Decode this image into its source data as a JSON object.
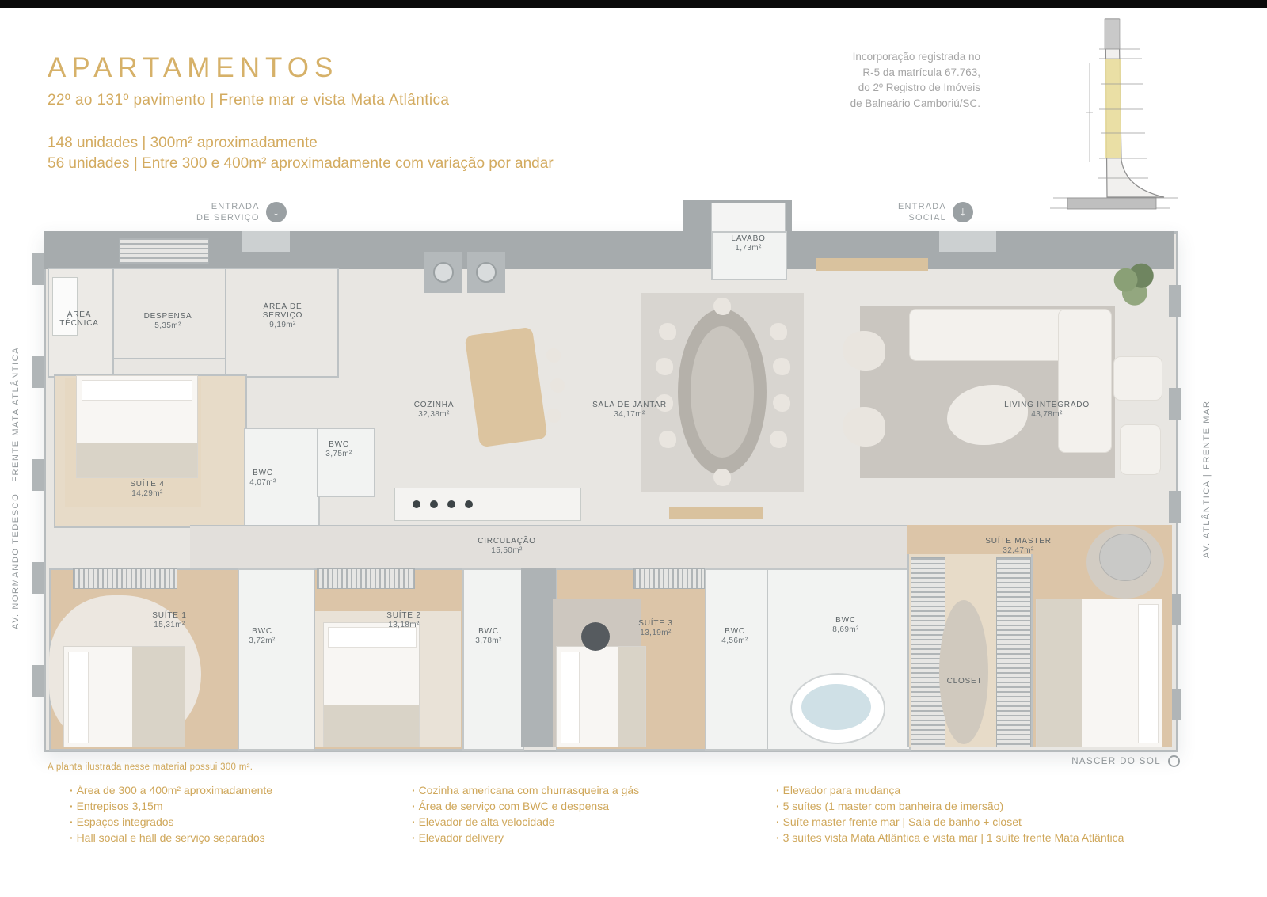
{
  "colors": {
    "gold": "#d3ab60",
    "text_gray": "#a5a5a5",
    "label_gray": "#5d6467",
    "terrace_gray": "#a6abad",
    "wood_floor": "#dcc5a8",
    "tower_highlight": "#e9dd9c"
  },
  "header": {
    "title": "APARTAMENTOS",
    "subtitle": "22º ao 131º pavimento | Frente mar e vista Mata Atlântica",
    "units_line1": "148 unidades | 300m² aproximadamente",
    "units_line2": "56 unidades | Entre 300 e 400m² aproximadamente com variação por andar"
  },
  "registration": {
    "lines": [
      "Incorporação registrada no",
      "R-5 da matrícula 67.763,",
      "do 2º Registro de Imóveis",
      "de Balneário Camboriú/SC."
    ]
  },
  "entrances": {
    "service": {
      "line1": "ENTRADA",
      "line2": "DE SERVIÇO"
    },
    "social": {
      "line1": "ENTRADA",
      "line2": "SOCIAL"
    }
  },
  "plan": {
    "streets": {
      "left": "AV. NORMANDO TEDESCO | FRENTE MATA ATLÂNTICA",
      "right": "AV. ATLÂNTICA | FRENTE MAR"
    },
    "rooms": [
      {
        "id": "lavabo",
        "name": "LAVABO",
        "area": "1,73m²"
      },
      {
        "id": "area-tecnica",
        "name": "ÁREA TÉCNICA",
        "area": ""
      },
      {
        "id": "despensa",
        "name": "DESPENSA",
        "area": "5,35m²"
      },
      {
        "id": "area-servico",
        "name": "ÁREA DE SERVIÇO",
        "area": "9,19m²"
      },
      {
        "id": "cozinha",
        "name": "COZINHA",
        "area": "32,38m²"
      },
      {
        "id": "sala-jantar",
        "name": "SALA DE JANTAR",
        "area": "34,17m²"
      },
      {
        "id": "living",
        "name": "LIVING INTEGRADO",
        "area": "43,78m²"
      },
      {
        "id": "bwc-375",
        "name": "BWC",
        "area": "3,75m²"
      },
      {
        "id": "bwc-407",
        "name": "BWC",
        "area": "4,07m²"
      },
      {
        "id": "suite-4",
        "name": "SUÍTE 4",
        "area": "14,29m²"
      },
      {
        "id": "circulacao",
        "name": "CIRCULAÇÃO",
        "area": "15,50m²"
      },
      {
        "id": "suite-master",
        "name": "SUÍTE MASTER",
        "area": "32,47m²"
      },
      {
        "id": "suite-1",
        "name": "SUÍTE 1",
        "area": "15,31m²"
      },
      {
        "id": "bwc-372",
        "name": "BWC",
        "area": "3,72m²"
      },
      {
        "id": "suite-2",
        "name": "SUÍTE 2",
        "area": "13,18m²"
      },
      {
        "id": "bwc-378",
        "name": "BWC",
        "area": "3,78m²"
      },
      {
        "id": "suite-3",
        "name": "SUÍTE 3",
        "area": "13,19m²"
      },
      {
        "id": "bwc-456",
        "name": "BWC",
        "area": "4,56m²"
      },
      {
        "id": "bwc-869",
        "name": "BWC",
        "area": "8,69m²"
      },
      {
        "id": "closet",
        "name": "CLOSET",
        "area": ""
      }
    ],
    "note": "A planta ilustrada nesse material possui 300 m².",
    "sunrise_label": "NASCER DO SOL"
  },
  "features": [
    [
      "Área de 300 a 400m² aproximadamente",
      "Entrepisos 3,15m",
      "Espaços integrados",
      "Hall social e hall de serviço separados"
    ],
    [
      "Cozinha americana com churrasqueira a gás",
      "Área de serviço com BWC e despensa",
      "Elevador de alta velocidade",
      "Elevador delivery"
    ],
    [
      "Elevador para mudança",
      "5 suítes (1 master com banheira de imersão)",
      "Suíte master frente mar | Sala de banho + closet",
      "3 suítes vista Mata Atlântica e vista mar | 1 suíte frente Mata Atlântica"
    ]
  ]
}
